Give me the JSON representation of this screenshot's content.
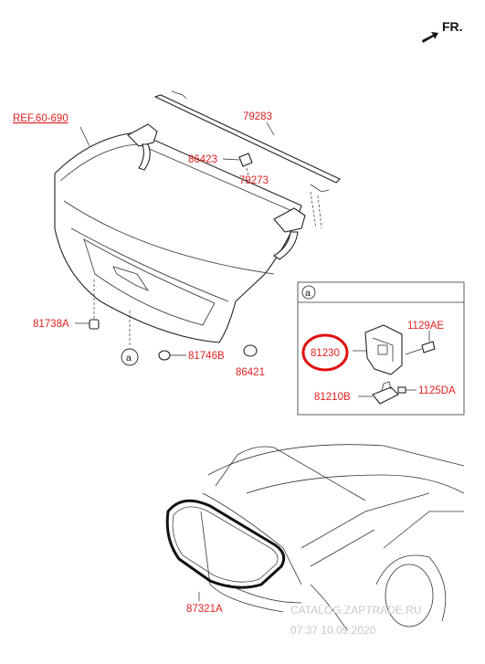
{
  "orientation": {
    "label": "FR."
  },
  "reference": {
    "label": "REF.60-690"
  },
  "parts": {
    "trunk_lid_stay": "79283",
    "stay_clip": "86423",
    "stay_bracket": "79273",
    "lid_bumper": "81738A",
    "lid_grommet": "81746B",
    "emblem": "86421",
    "latch": "81230",
    "latch_bolt": "1129AE",
    "striker_bolt": "1125DA",
    "striker": "81210B",
    "weatherstrip": "87321A"
  },
  "callouts": {
    "detail_a": "a",
    "detail_a_box": "a"
  },
  "watermark": {
    "line1": "CATALOG.ZAPTRADE.RU",
    "line2": "07:37 10.09.2020"
  },
  "colors": {
    "label": "#e02020",
    "highlight_circle": "#e01010",
    "linework": "#222222"
  }
}
